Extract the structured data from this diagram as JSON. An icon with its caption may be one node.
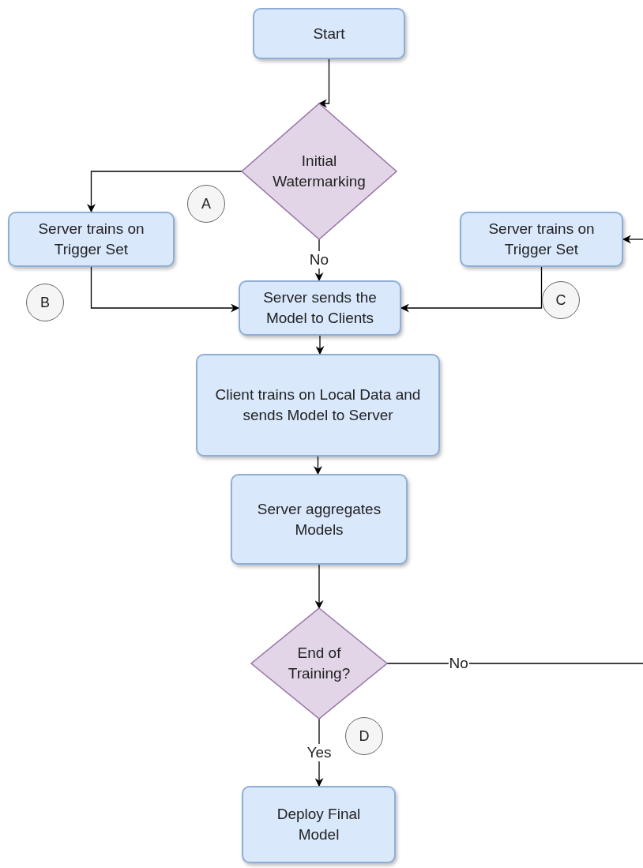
{
  "diagram": {
    "nodes": [
      {
        "text": [
          "Start"
        ]
      },
      {
        "text": [
          "Initial Watermarking"
        ]
      },
      {
        "text": [
          "A"
        ]
      },
      {
        "text": [
          "Server trains on Trigger Set"
        ]
      },
      {
        "text": [
          "Server trains on Trigger Set"
        ]
      },
      {
        "text": [
          "Server sends the Model to Clients"
        ]
      },
      {
        "text": [
          "B"
        ]
      },
      {
        "text": [
          "C"
        ]
      },
      {
        "text": [
          "Client trains on Local Data and sends Model to Server"
        ]
      },
      {
        "text": [
          "Server aggregates Models"
        ]
      },
      {
        "text": [
          "End of Training?"
        ]
      },
      {
        "text": [
          "D"
        ]
      },
      {
        "text": [
          "Deploy Final Model"
        ]
      }
    ],
    "edges": [
      {
        "from": 0,
        "to": 1,
        "arrow": "to"
      },
      {
        "from": 1,
        "to": 3,
        "arrow": "to"
      },
      {
        "from": 1,
        "to": 5,
        "arrow": "to",
        "label": "No"
      },
      {
        "from": 3,
        "to": 5,
        "arrow": "to"
      },
      {
        "from": 4,
        "to": 5,
        "arrow": "to"
      },
      {
        "from": 5,
        "to": 8,
        "arrow": "to"
      },
      {
        "from": 8,
        "to": 9,
        "arrow": "to"
      },
      {
        "from": 9,
        "to": 10,
        "arrow": "to"
      },
      {
        "from": 10,
        "to": 12,
        "arrow": "to",
        "label": "Yes"
      },
      {
        "from": 10,
        "to": null,
        "arrow": "none",
        "label": "No"
      },
      {
        "from": null,
        "to": 4,
        "arrow": "to"
      }
    ]
  }
}
